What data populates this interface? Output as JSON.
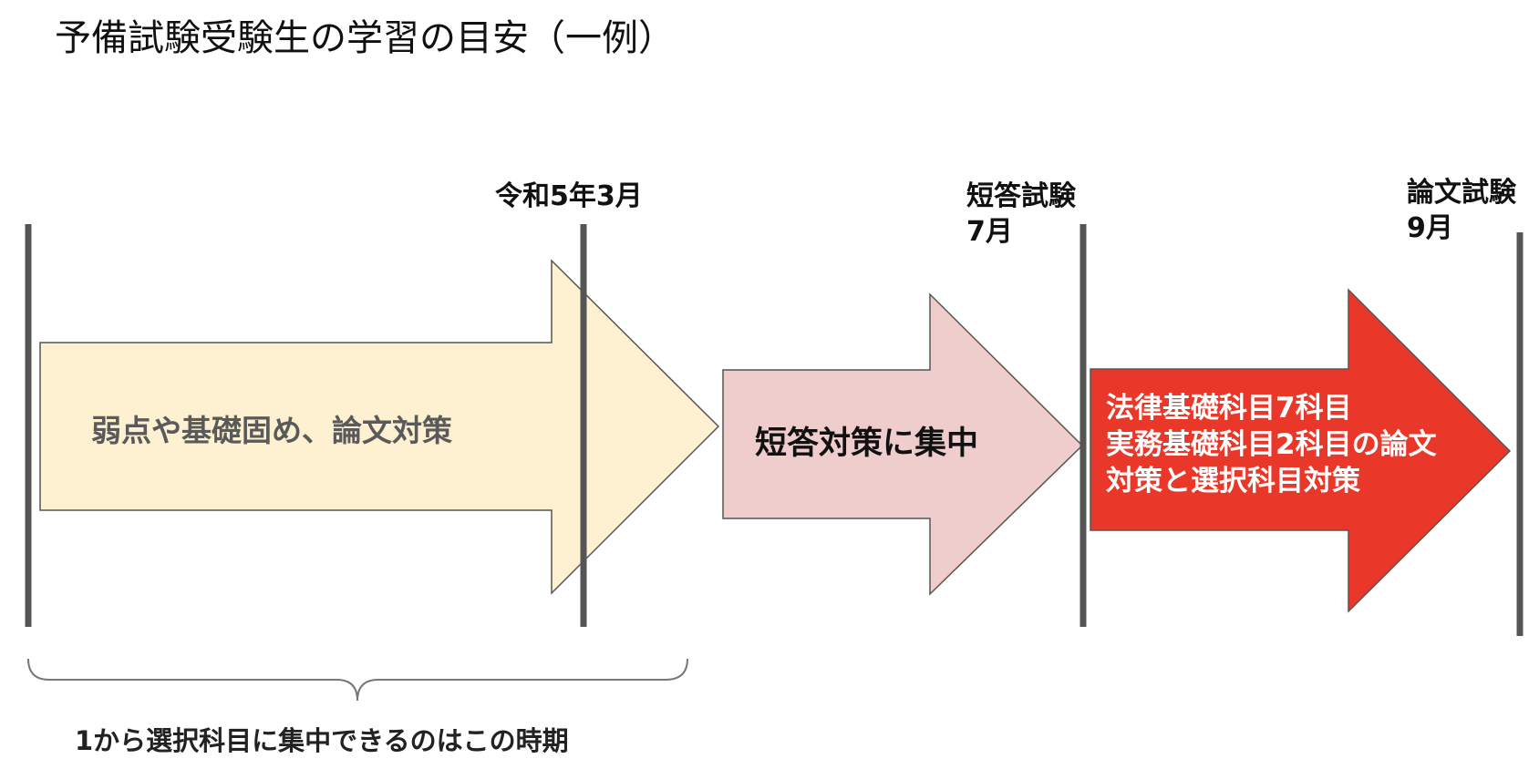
{
  "title": "予備試験受験生の学習の目安（一例）",
  "milestones": [
    {
      "lines": [
        ""
      ]
    },
    {
      "lines": [
        "令和5年3月"
      ]
    },
    {
      "lines": [
        "短答試験",
        "7月"
      ]
    },
    {
      "lines": [
        "論文試験",
        "9月"
      ]
    }
  ],
  "phases": [
    {
      "lines": [
        "弱点や基礎固め、論文対策"
      ],
      "fill": "#fdf1d2",
      "text_color": "#5a5a5a"
    },
    {
      "lines": [
        "短答対策に集中"
      ],
      "fill": "#efcdcc",
      "text_color": "#111111"
    },
    {
      "lines": [
        "法律基礎科目7科目",
        "実務基礎科目2科目の論文",
        "対策と選択科目対策"
      ],
      "fill": "#e9382a",
      "text_color": "#ffffff"
    }
  ],
  "brace_label": "1から選択科目に集中できるのはこの時期",
  "colors": {
    "timeline_line": "#555555",
    "arrow_outline": "#555555",
    "brace": "#777777"
  }
}
